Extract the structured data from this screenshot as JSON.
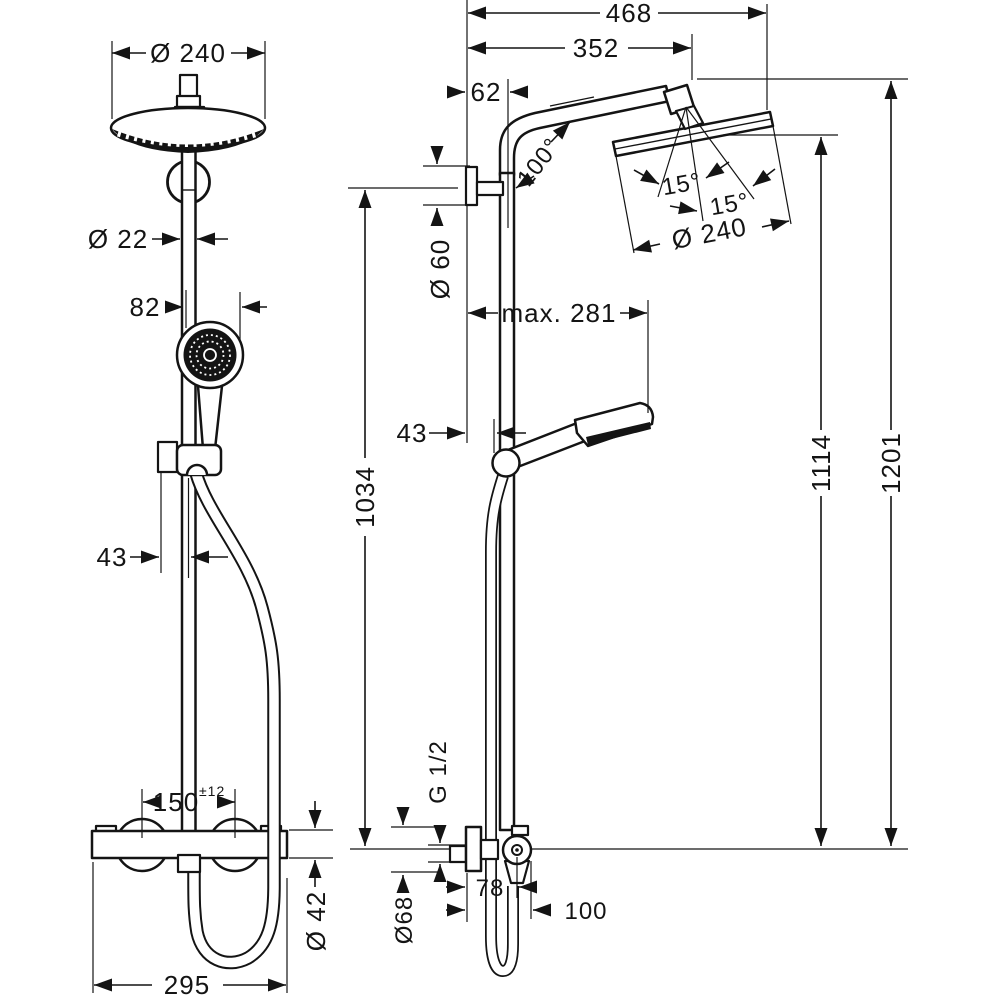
{
  "drawing": {
    "product": "shower-system-dimensional-drawing",
    "line_color": "#141414",
    "background": "#ffffff",
    "front_view": {
      "head_diameter": "Ø 240",
      "pipe_diameter": "Ø 22",
      "hand_shower_offset": "82",
      "holder_offset": "43",
      "riser_height": "1034",
      "connection_distance": "150",
      "connection_tolerance": "±12",
      "valve_body_diameter": "Ø 42",
      "valve_width": "295"
    },
    "side_view": {
      "total_reach": "468",
      "arm_reach": "352",
      "wall_to_pipe": "62",
      "arm_angle": "100°",
      "head_tilt_left": "15°",
      "head_tilt_right": "15°",
      "head_diameter": "Ø 240",
      "bracket_escutcheon_diameter": "Ø 60",
      "max_hand_shower_reach": "max. 281",
      "wall_to_holder": "43",
      "height_to_head_bottom": "1114",
      "total_height": "1201",
      "supply_thread": "G 1/2",
      "valve_depth": "78",
      "knob_depth": "100",
      "valve_escutcheon_diameter": "Ø68"
    }
  }
}
